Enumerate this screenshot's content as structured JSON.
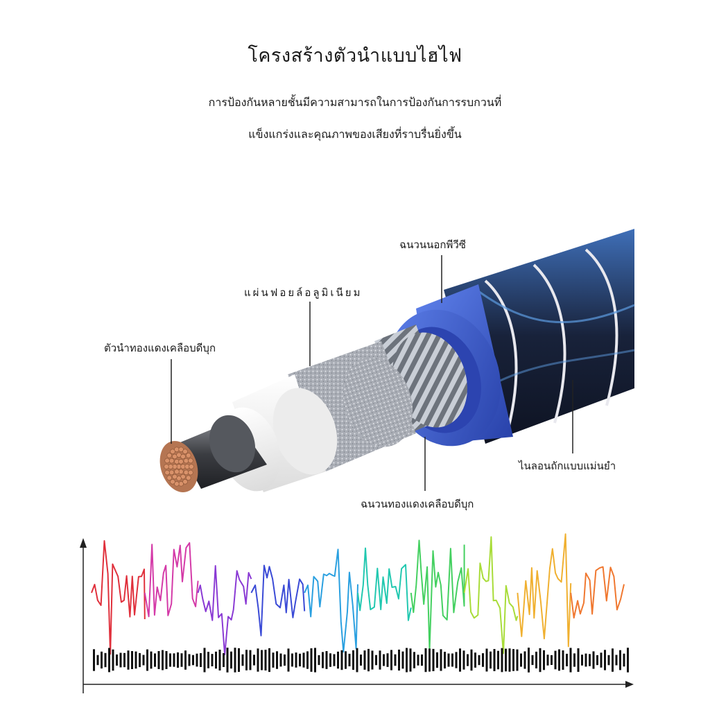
{
  "header": {
    "title": "โครงสร้างตัวนำแบบไฮไฟ",
    "subtitle_line1": "การป้องกันหลายชั้นมีความสามารถในการป้องกันการรบกวนที่",
    "subtitle_line2": "แข็งแกร่งและคุณภาพของเสียงที่ราบรื่นยิ่งขึ้น"
  },
  "labels": {
    "outer_pvc": "ฉนวนนอกพีวีซี",
    "aluminum_foil": "แผ่นฟอยล์อลูมิเนียม",
    "tinned_copper_conductor": "ตัวนำทองแดงเคลือบดีบุก",
    "braided_nylon": "ไนลอนถักแบบแม่นยำ",
    "tinned_copper_shield": "ฉนวนทองแดงเคลือบดีบุก"
  },
  "colors": {
    "conductor": "#d9926a",
    "insulation": "#f4f4f4",
    "foil": "#b9bdc4",
    "pvc": "#3a5fd6",
    "nylon": "#1d2a44",
    "nylon_highlight": "#4f8fd8",
    "wave_colors": [
      "#e0303c",
      "#d43aa8",
      "#8a3ad4",
      "#3a4ad6",
      "#2aa0e0",
      "#22c8b0",
      "#44d060",
      "#a8dc38",
      "#f0b030",
      "#f07830"
    ]
  }
}
